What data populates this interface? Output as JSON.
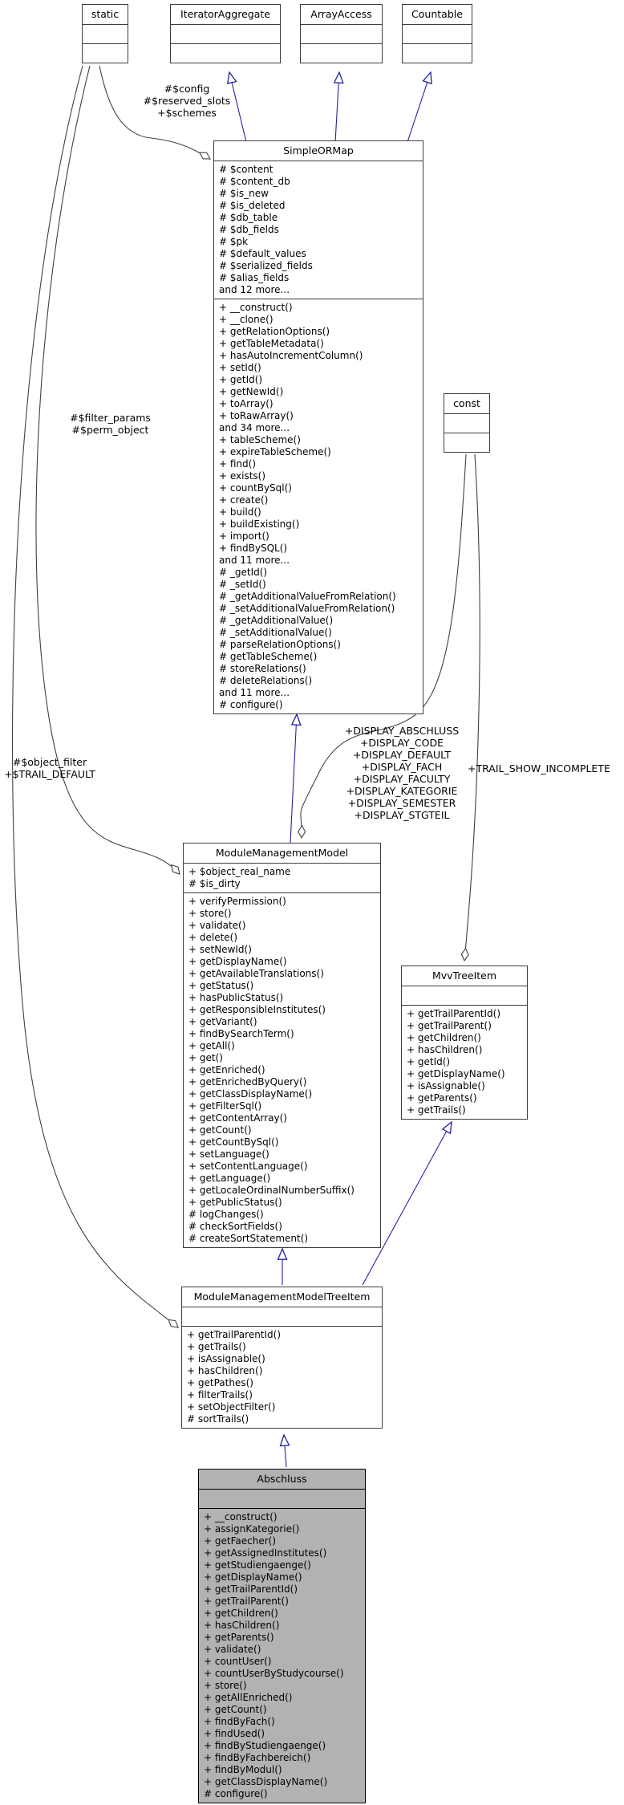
{
  "diagram": {
    "colors": {
      "inheritance_edge": "#23239d",
      "aggregation_edge": "#404040",
      "box_border": "#3d3d3d",
      "highlight_fill": "#b2b2b2"
    },
    "classes": {
      "static": {
        "name": "static",
        "fields": [],
        "methods": []
      },
      "iterator_aggregate": {
        "name": "IteratorAggregate",
        "fields": [],
        "methods": []
      },
      "array_access": {
        "name": "ArrayAccess",
        "fields": [],
        "methods": []
      },
      "countable": {
        "name": "Countable",
        "fields": [],
        "methods": []
      },
      "const": {
        "name": "const",
        "fields": [],
        "methods": []
      },
      "simple_or_map": {
        "name": "SimpleORMap",
        "fields": [
          "# $content",
          "# $content_db",
          "# $is_new",
          "# $is_deleted",
          "# $db_table",
          "# $db_fields",
          "# $pk",
          "# $default_values",
          "# $serialized_fields",
          "# $alias_fields",
          "and 12 more..."
        ],
        "methods": [
          "+ __construct()",
          "+ __clone()",
          "+ getRelationOptions()",
          "+ getTableMetadata()",
          "+ hasAutoIncrementColumn()",
          "+ setId()",
          "+ getId()",
          "+ getNewId()",
          "+ toArray()",
          "+ toRawArray()",
          "and 34 more...",
          "+ tableScheme()",
          "+ expireTableScheme()",
          "+ find()",
          "+ exists()",
          "+ countBySql()",
          "+ create()",
          "+ build()",
          "+ buildExisting()",
          "+ import()",
          "+ findBySQL()",
          "and 11 more...",
          "# _getId()",
          "# _setId()",
          "# _getAdditionalValueFromRelation()",
          "# _setAdditionalValueFromRelation()",
          "# _getAdditionalValue()",
          "# _setAdditionalValue()",
          "# parseRelationOptions()",
          "# getTableScheme()",
          "# storeRelations()",
          "# deleteRelations()",
          "and 11 more...",
          "# configure()"
        ]
      },
      "module_management_model": {
        "name": "ModuleManagementModel",
        "fields": [
          "+ $object_real_name",
          "# $is_dirty"
        ],
        "methods": [
          "+ verifyPermission()",
          "+ store()",
          "+ validate()",
          "+ delete()",
          "+ setNewId()",
          "+ getDisplayName()",
          "+ getAvailableTranslations()",
          "+ getStatus()",
          "+ hasPublicStatus()",
          "+ getResponsibleInstitutes()",
          "+ getVariant()",
          "+ findBySearchTerm()",
          "+ getAll()",
          "+ get()",
          "+ getEnriched()",
          "+ getEnrichedByQuery()",
          "+ getClassDisplayName()",
          "+ getFilterSql()",
          "+ getContentArray()",
          "+ getCount()",
          "+ getCountBySql()",
          "+ setLanguage()",
          "+ setContentLanguage()",
          "+ getLanguage()",
          "+ getLocaleOrdinalNumberSuffix()",
          "+ getPublicStatus()",
          "# logChanges()",
          "# checkSortFields()",
          "# createSortStatement()"
        ]
      },
      "mvv_tree_item": {
        "name": "MvvTreeItem",
        "fields": [],
        "methods": [
          "+ getTrailParentId()",
          "+ getTrailParent()",
          "+ getChildren()",
          "+ hasChildren()",
          "+ getId()",
          "+ getDisplayName()",
          "+ isAssignable()",
          "+ getParents()",
          "+ getTrails()"
        ]
      },
      "module_management_model_tree_item": {
        "name": "ModuleManagementModelTreeItem",
        "fields": [],
        "methods": [
          "+ getTrailParentId()",
          "+ getTrails()",
          "+ isAssignable()",
          "+ hasChildren()",
          "+ getPathes()",
          "+ filterTrails()",
          "+ setObjectFilter()",
          "# sortTrails()"
        ]
      },
      "abschluss": {
        "name": "Abschluss",
        "fields": [],
        "methods": [
          "+ __construct()",
          "+ assignKategorie()",
          "+ getFaecher()",
          "+ getAssignedInstitutes()",
          "+ getStudiengaenge()",
          "+ getDisplayName()",
          "+ getTrailParentId()",
          "+ getTrailParent()",
          "+ getChildren()",
          "+ hasChildren()",
          "+ getParents()",
          "+ validate()",
          "+ countUser()",
          "+ countUserByStudycourse()",
          "+ store()",
          "+ getAllEnriched()",
          "+ getCount()",
          "+ findByFach()",
          "+ findUsed()",
          "+ findByStudiengaenge()",
          "+ findByFachbereich()",
          "+ findByModul()",
          "+ getClassDisplayName()",
          "# configure()"
        ]
      }
    },
    "edge_labels": {
      "static_to_simpleormap": "#$config\n#$reserved_slots\n+$schemes",
      "static_to_modulemanagementmodel": "#$filter_params\n#$perm_object",
      "static_to_treeitem": "#$object_filter\n+$TRAIL_DEFAULT",
      "const_to_modulemanagementmodel": "+DISPLAY_ABSCHLUSS\n+DISPLAY_CODE\n+DISPLAY_DEFAULT\n+DISPLAY_FACH\n+DISPLAY_FACULTY\n+DISPLAY_KATEGORIE\n+DISPLAY_SEMESTER\n+DISPLAY_STGTEIL",
      "const_to_mvvtreeitem": "+TRAIL_SHOW_INCOMPLETE"
    }
  }
}
